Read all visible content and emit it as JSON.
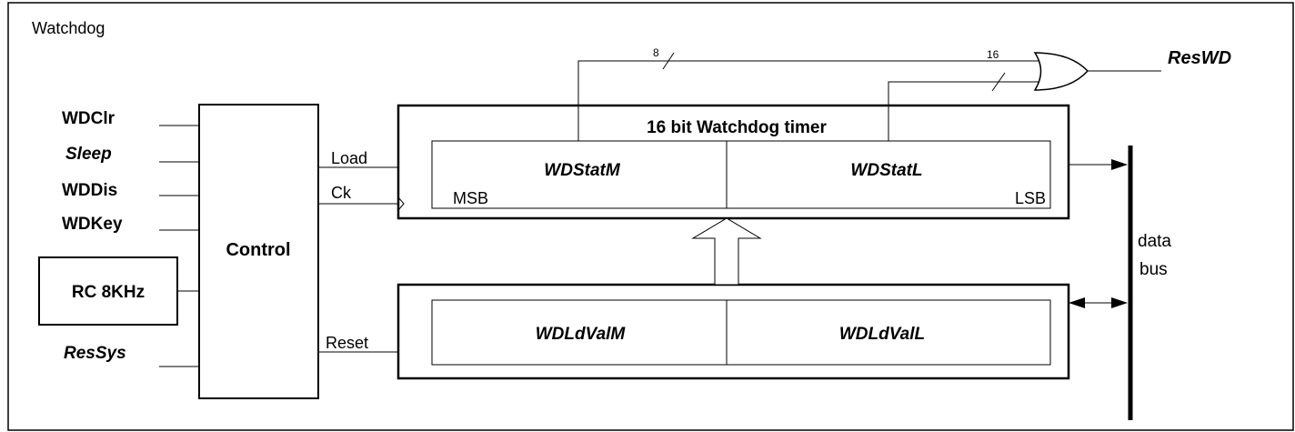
{
  "title": "Watchdog",
  "inputs": {
    "wdclr": "WDClr",
    "sleep": "Sleep",
    "wddis": "WDDis",
    "wdkey": "WDKey",
    "ressys": "ResSys"
  },
  "rc_oscillator": "RC 8KHz",
  "control": "Control",
  "signals": {
    "load": "Load",
    "ck": "Ck",
    "reset": "Reset"
  },
  "timer": {
    "title": "16 bit Watchdog timer",
    "msb_reg": "WDStatM",
    "lsb_reg": "WDStatL",
    "msb_label": "MSB",
    "lsb_label": "LSB"
  },
  "load_value": {
    "msb_reg": "WDLdValM",
    "lsb_reg": "WDLdValL"
  },
  "bus_widths": {
    "msb": "8",
    "lsb": "16"
  },
  "output": "ResWD",
  "data_bus": [
    "data",
    "bus"
  ]
}
